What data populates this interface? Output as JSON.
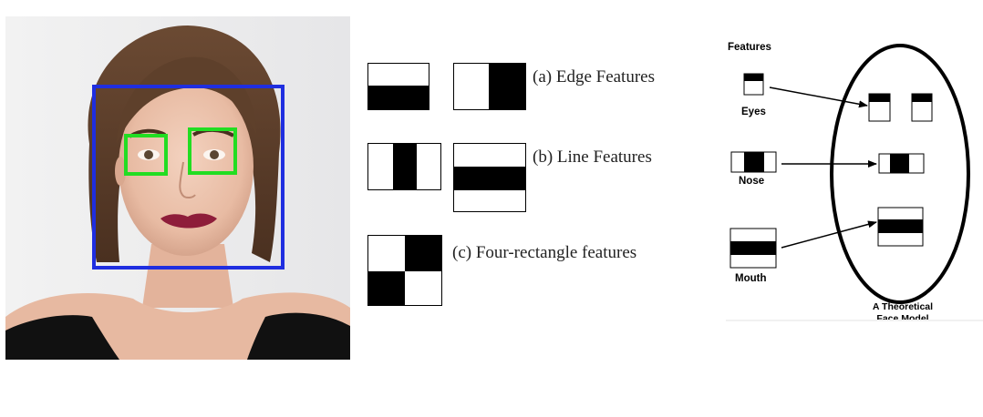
{
  "haar_panel": {
    "edge_label": "(a) Edge Features",
    "line_label": "(b) Line Features",
    "four_rect_label": "(c) Four-rectangle features"
  },
  "face_model_panel": {
    "heading": "Features",
    "eyes_label": "Eyes",
    "nose_label": "Nose",
    "mouth_label": "Mouth",
    "caption_line1": "A Theoretical",
    "caption_line2": "Face Model"
  },
  "colors": {
    "face_box": "#1f2ee0",
    "eye_box": "#22dd22",
    "black": "#000000"
  }
}
